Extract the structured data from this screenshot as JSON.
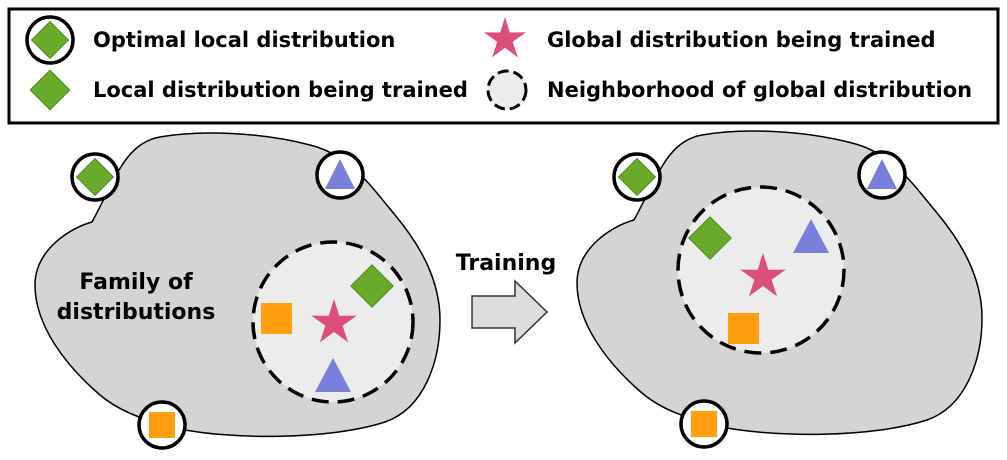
{
  "legend": {
    "optimal_local": "Optimal local distribution",
    "local_training": "Local distribution being trained",
    "global_training": "Global distribution being trained",
    "neighborhood": "Neighborhood of global distribution"
  },
  "diagram": {
    "family_label_line1": "Family of",
    "family_label_line2": "distributions",
    "arrow_label": "Training"
  },
  "colors": {
    "green": "#6aaa2a",
    "orange": "#ff9e0e",
    "blue": "#7b7fdc",
    "pink": "#dd4f7b",
    "blob": "#d4d4d4",
    "neighborhood_fill": "#ececec",
    "arrow_fill": "#dcdcdc"
  },
  "icons": {
    "optimal": "green-diamond-in-circle-icon",
    "local": "green-diamond-icon",
    "global": "pink-star-icon",
    "neighborhood": "dashed-circle-icon"
  }
}
